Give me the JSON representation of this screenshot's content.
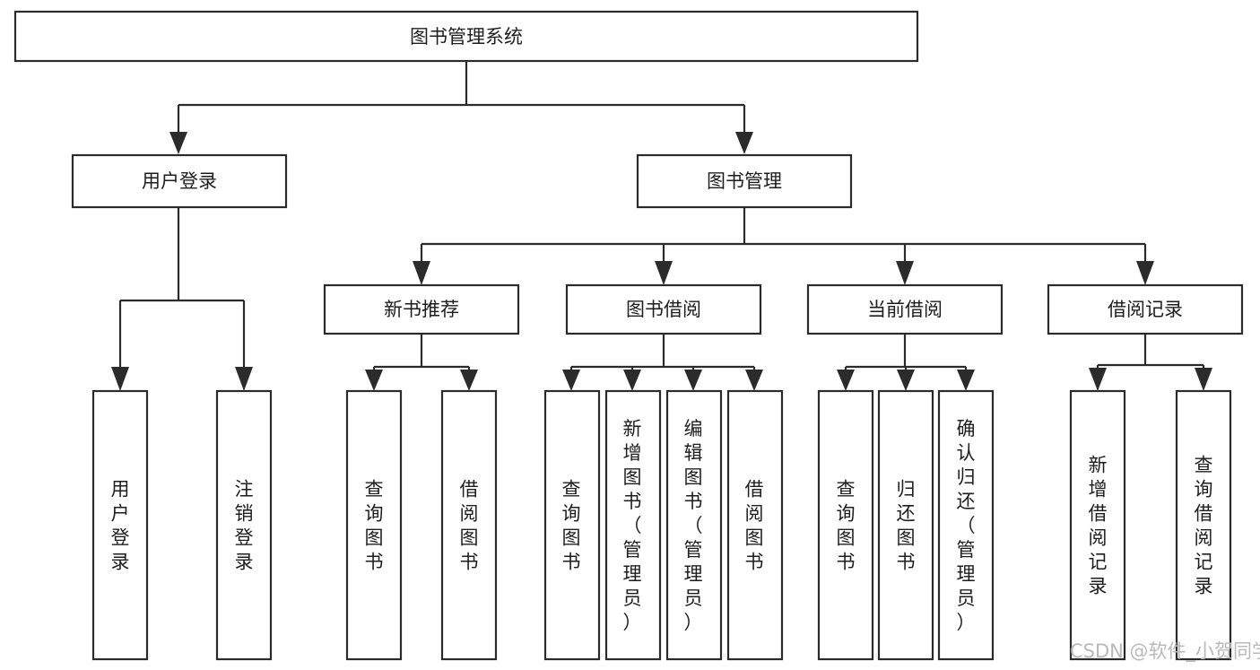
{
  "diagram": {
    "kind": "tree-structure-chart",
    "title_text": "图书管理系统",
    "root": {
      "label": "图书管理系统",
      "orientation": "horizontal"
    },
    "level2": [
      {
        "label": "用户登录",
        "orientation": "horizontal"
      },
      {
        "label": "图书管理",
        "orientation": "horizontal"
      }
    ],
    "level3": [
      {
        "label": "新书推荐",
        "orientation": "horizontal"
      },
      {
        "label": "图书借阅",
        "orientation": "horizontal"
      },
      {
        "label": "当前借阅",
        "orientation": "horizontal"
      },
      {
        "label": "借阅记录",
        "orientation": "horizontal"
      }
    ],
    "leaves": {
      "user_login": [
        {
          "label": "用户登录",
          "orientation": "vertical"
        },
        {
          "label": "注销登录",
          "orientation": "vertical"
        }
      ],
      "new_book_recommend": [
        {
          "label": "查询图书",
          "orientation": "vertical"
        },
        {
          "label": "借阅图书",
          "orientation": "vertical"
        }
      ],
      "book_borrow": [
        {
          "label": "查询图书",
          "orientation": "vertical"
        },
        {
          "label": "新增图书（管理员）",
          "orientation": "vertical"
        },
        {
          "label": "编辑图书（管理员）",
          "orientation": "vertical"
        },
        {
          "label": "借阅图书",
          "orientation": "vertical"
        }
      ],
      "current_borrow": [
        {
          "label": "查询图书",
          "orientation": "vertical"
        },
        {
          "label": "归还图书",
          "orientation": "vertical"
        },
        {
          "label": "确认归还（管理员）",
          "orientation": "vertical"
        }
      ],
      "borrow_record": [
        {
          "label": "新增借阅记录",
          "orientation": "vertical"
        },
        {
          "label": "查询借阅记录",
          "orientation": "vertical"
        }
      ]
    },
    "colors": {
      "background": "#ffffff",
      "box_fill": "#ffffff",
      "box_stroke": "#2b2b2b",
      "connector": "#2b2b2b",
      "text": "#1d1d1d",
      "watermark": "#b9b9b9"
    }
  },
  "watermark": {
    "text": "CSDN @软件_小贺同学"
  }
}
